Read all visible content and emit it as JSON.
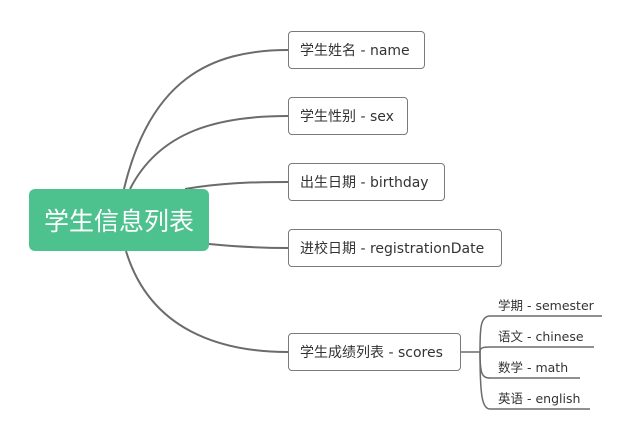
{
  "root": {
    "label": "学生信息列表"
  },
  "fields": [
    {
      "label": "学生姓名 - name"
    },
    {
      "label": "学生性别 - sex"
    },
    {
      "label": "出生日期 - birthday"
    },
    {
      "label": "进校日期 - registrationDate"
    },
    {
      "label": "学生成绩列表 - scores"
    }
  ],
  "score_fields": [
    {
      "label": "学期 - semester"
    },
    {
      "label": "语文 - chinese"
    },
    {
      "label": "数学 - math"
    },
    {
      "label": "英语 - english"
    }
  ],
  "colors": {
    "root_fill": "#4ec28e",
    "line": "#6b6b6b",
    "node_border": "#7a7a7a",
    "text": "#333333"
  }
}
